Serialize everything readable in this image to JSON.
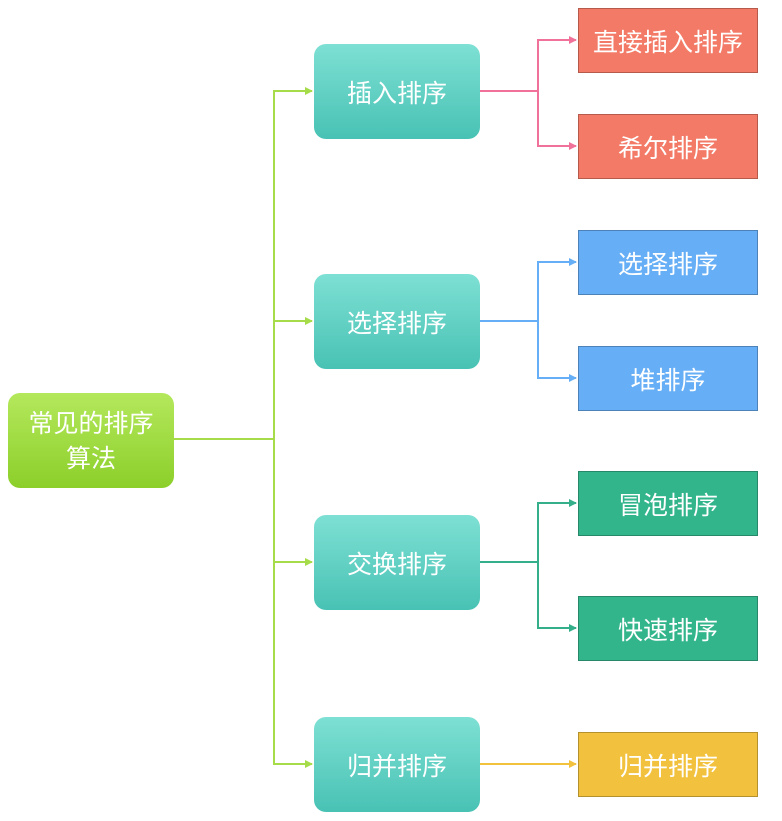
{
  "root": {
    "label": "常见的排序算法",
    "color": "#9ad83c"
  },
  "categories": [
    {
      "label": "插入排序",
      "line_color": "#f0729a",
      "leaf_color": "#f37a66",
      "leaves": [
        {
          "label": "直接插入排序"
        },
        {
          "label": "希尔排序"
        }
      ]
    },
    {
      "label": "选择排序",
      "line_color": "#66aef5",
      "leaf_color": "#66aef5",
      "leaves": [
        {
          "label": "选择排序"
        },
        {
          "label": "堆排序"
        }
      ]
    },
    {
      "label": "交换排序",
      "line_color": "#35ae8a",
      "leaf_color": "#33b58c",
      "leaves": [
        {
          "label": "冒泡排序"
        },
        {
          "label": "快速排序"
        }
      ]
    },
    {
      "label": "归并排序",
      "line_color": "#f2c23e",
      "leaf_color": "#f2c23e",
      "leaves": [
        {
          "label": "归并排序"
        }
      ]
    }
  ],
  "colors": {
    "trunk": "#a6dc4a",
    "category_fill": "#5ccabc"
  }
}
